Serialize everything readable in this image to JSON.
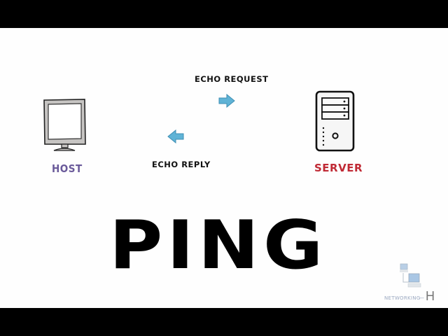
{
  "diagram": {
    "host": {
      "label": "HOST",
      "icon": "monitor-icon",
      "color": "#6a5a9a"
    },
    "server": {
      "label": "SERVER",
      "icon": "server-tower-icon",
      "color": "#c02a35"
    },
    "echo_request": {
      "label": "ECHO REQUEST",
      "icon": "arrow-right-icon"
    },
    "echo_reply": {
      "label": "ECHO REPLY",
      "icon": "arrow-left-icon"
    },
    "arrow_color": "#5fb3d6",
    "title": "PING"
  },
  "watermark": {
    "text": "NETWORKING",
    "dash": "—",
    "letter": "H",
    "icon": "networked-computers-icon"
  }
}
